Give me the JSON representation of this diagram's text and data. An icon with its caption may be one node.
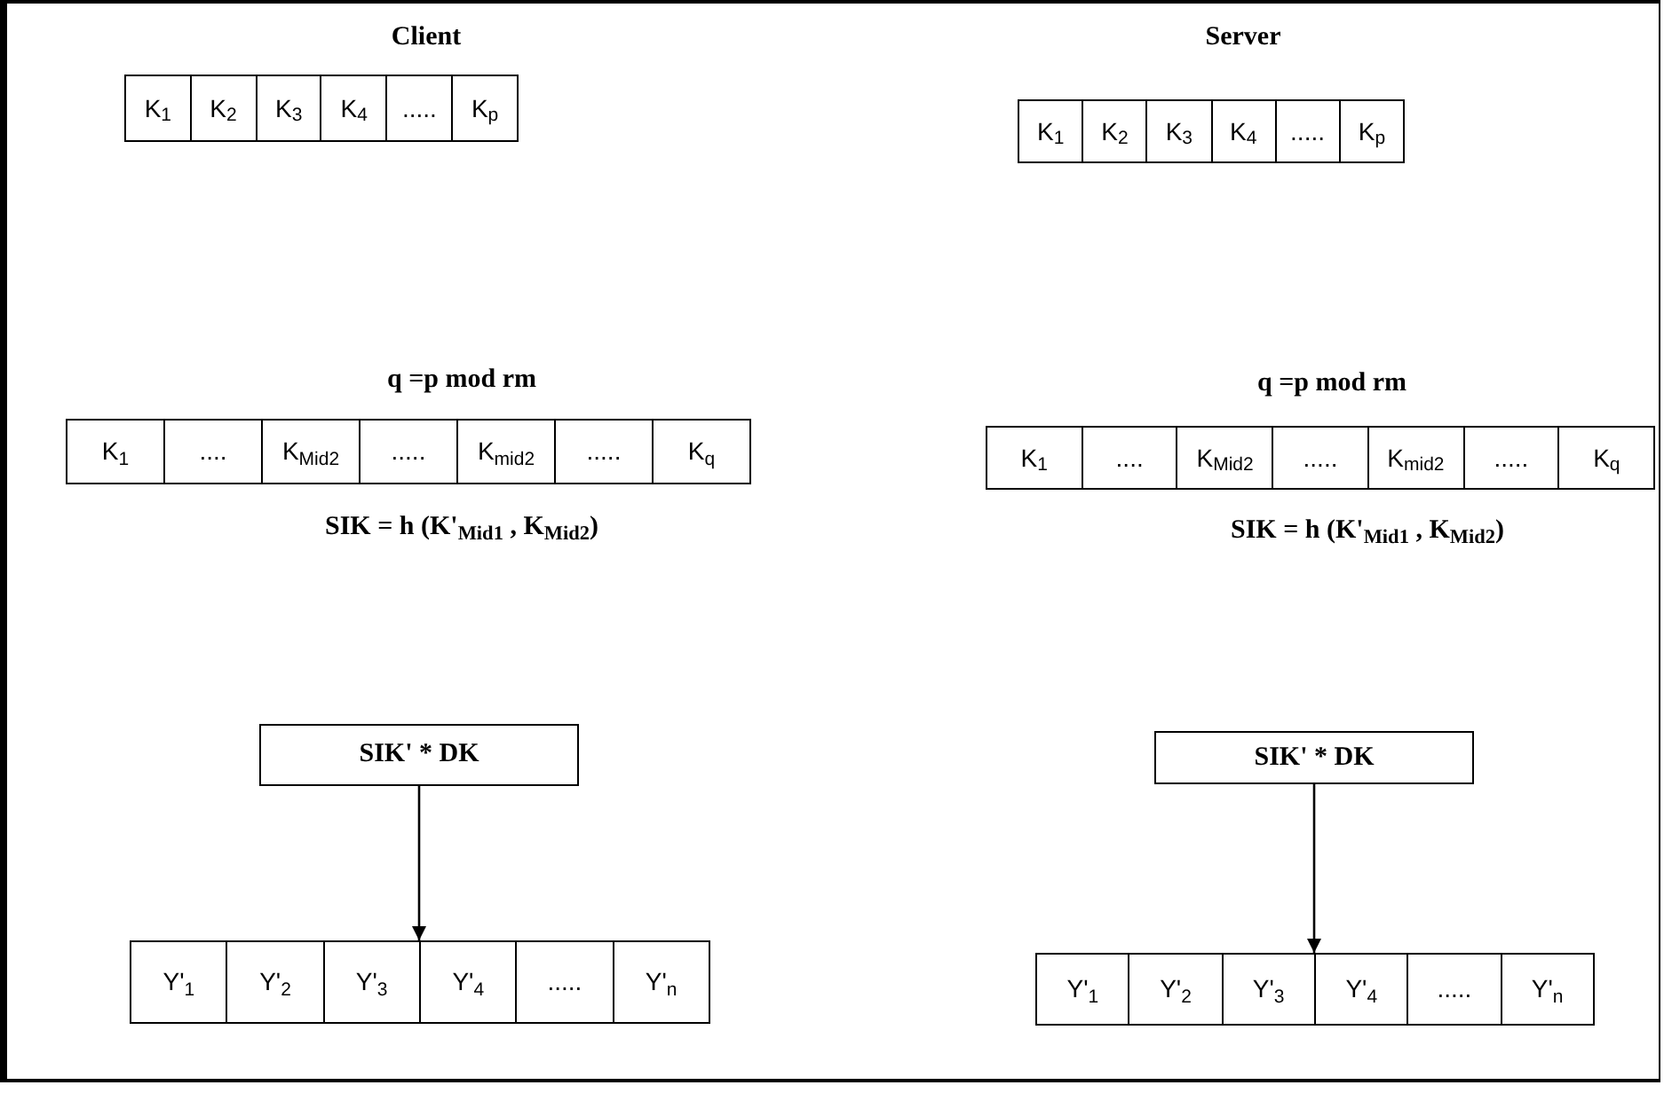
{
  "diagram": {
    "nodes": [
      {
        "text": [],
        "shape": "box"
      },
      {
        "text": [
          "K$_{1}$"
        ],
        "in": 0
      },
      {
        "text": [
          "K$_{2}$"
        ],
        "in": 0
      },
      {
        "text": [
          "K$_{3}$"
        ],
        "in": 0
      },
      {
        "text": [
          "K$_{4}$"
        ],
        "in": 0
      },
      {
        "text": [
          "....."
        ],
        "in": 0
      },
      {
        "text": [
          "K$_{p}$"
        ],
        "in": 0
      },
      {
        "text": [],
        "shape": "box"
      },
      {
        "text": [
          "K$_{1}$"
        ],
        "in": 7
      },
      {
        "text": [
          "...."
        ],
        "in": 7
      },
      {
        "text": [
          "K$_{Mid2}$"
        ],
        "in": 7
      },
      {
        "text": [
          "....."
        ],
        "in": 7
      },
      {
        "text": [
          "K$_{mid2}$"
        ],
        "in": 7
      },
      {
        "text": [
          "....."
        ],
        "in": 7
      },
      {
        "text": [
          "K$_{q}$"
        ],
        "in": 7
      },
      {
        "text": [
          "SIK' * DK"
        ]
      },
      {
        "text": [],
        "shape": "box"
      },
      {
        "text": [
          "Y'$_{1}$"
        ],
        "in": 16
      },
      {
        "text": [
          "Y'$_{2}$"
        ],
        "in": 16
      },
      {
        "text": [
          "Y'$_{3}$"
        ],
        "in": 16
      },
      {
        "text": [
          "Y'$_{4}$"
        ],
        "in": 16
      },
      {
        "text": [
          "....."
        ],
        "in": 16
      },
      {
        "text": [
          "Y'$_{n}$"
        ],
        "in": 16
      },
      {
        "text": [],
        "shape": "box"
      },
      {
        "text": [
          "K$_{1}$"
        ],
        "in": 23
      },
      {
        "text": [
          "K$_{2}$"
        ],
        "in": 23
      },
      {
        "text": [
          "K$_{3}$"
        ],
        "in": 23
      },
      {
        "text": [
          "K$_{4}$"
        ],
        "in": 23
      },
      {
        "text": [
          "....."
        ],
        "in": 23
      },
      {
        "text": [
          "K$_{p}$"
        ],
        "in": 23
      },
      {
        "text": [],
        "shape": "box"
      },
      {
        "text": [
          "K$_{1}$"
        ],
        "in": 30
      },
      {
        "text": [
          "...."
        ],
        "in": 30
      },
      {
        "text": [
          "K$_{Mid2}$"
        ],
        "in": 30
      },
      {
        "text": [
          "....."
        ],
        "in": 30
      },
      {
        "text": [
          "K$_{mid2}$"
        ],
        "in": 30
      },
      {
        "text": [
          "....."
        ],
        "in": 30
      },
      {
        "text": [
          "K$_{q}$"
        ],
        "in": 30
      },
      {
        "text": [
          "SIK' * DK"
        ]
      },
      {
        "text": [],
        "shape": "box"
      },
      {
        "text": [
          "Y'$_{1}$"
        ],
        "in": 39
      },
      {
        "text": [
          "Y'$_{2}$"
        ],
        "in": 39
      },
      {
        "text": [
          "Y'$_{3}$"
        ],
        "in": 39
      },
      {
        "text": [
          "Y'$_{4}$"
        ],
        "in": 39
      },
      {
        "text": [
          "....."
        ],
        "in": 39
      },
      {
        "text": [
          "Y'$_{n}$"
        ],
        "in": 39
      }
    ],
    "edges": [
      {
        "from": 15,
        "to": 16,
        "arrow": "to"
      },
      {
        "from": 38,
        "to": 39,
        "arrow": "to"
      }
    ],
    "labels": [
      "Client",
      "Server",
      "q =p mod rm",
      "q =p mod rm",
      "SIK = h (K'$_{Mid1}$ , K$_{Mid2}$)",
      "SIK = h (K'$_{Mid1}$ , K$_{Mid2}$)"
    ]
  }
}
